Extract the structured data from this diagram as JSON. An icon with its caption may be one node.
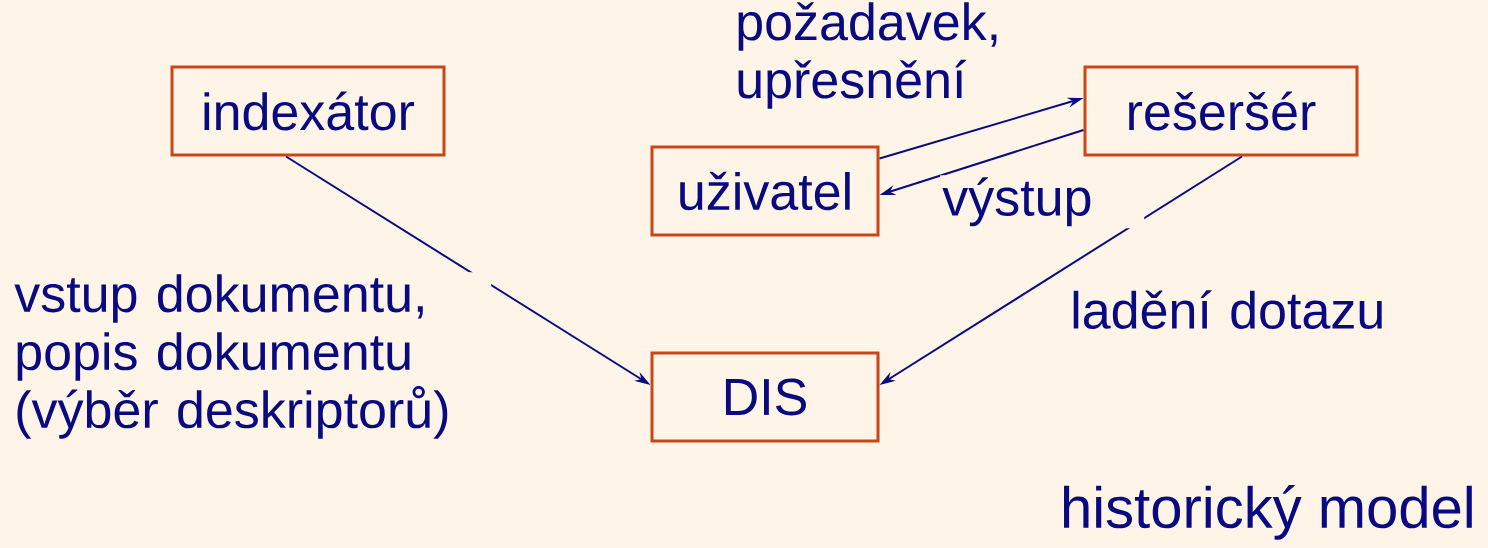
{
  "diagram": {
    "nodes": [
      {
        "text": [
          "indexátor"
        ]
      },
      {
        "text": [
          "uživatel"
        ]
      },
      {
        "text": [
          "rešeršér"
        ]
      },
      {
        "text": [
          "DIS"
        ]
      }
    ],
    "edges": [
      {
        "from": 0,
        "to": 3,
        "arrow": "to",
        "label": "vstup dokumentu, popis dokumentu (výběr deskriptorů)"
      },
      {
        "from": 1,
        "to": 2,
        "arrow": "to",
        "label": "požadavek, upřesnění"
      },
      {
        "from": 2,
        "to": 1,
        "arrow": "to",
        "label": "výstup"
      },
      {
        "from": 2,
        "to": 3,
        "arrow": "to",
        "label": "ladění dotazu"
      }
    ],
    "caption": "historický model"
  }
}
